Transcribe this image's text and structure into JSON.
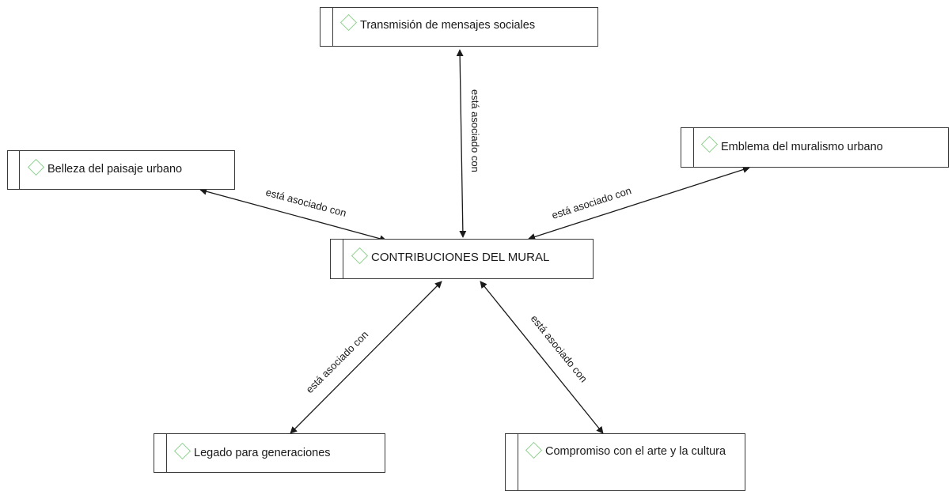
{
  "diagram": {
    "center": {
      "label": "CONTRIBUCIONES DEL MURAL",
      "icon": "diamond-icon"
    },
    "nodes": {
      "top": {
        "label": "Transmisión de mensajes sociales",
        "icon": "diamond-icon"
      },
      "left": {
        "label": "Belleza del paisaje urbano",
        "icon": "diamond-icon"
      },
      "right": {
        "label": "Emblema del muralismo urbano",
        "icon": "diamond-icon"
      },
      "bottom_left": {
        "label": "Legado para generaciones",
        "icon": "diamond-icon"
      },
      "bottom_right": {
        "label": "Compromiso con el arte y la cultura",
        "icon": "diamond-icon"
      }
    },
    "edges": {
      "top": "está asociado con",
      "left": "está asociado con",
      "right": "está asociado con",
      "bottom_left": "está asociado con",
      "bottom_right": "está asociado con"
    },
    "colors": {
      "border": "#3a3a3a",
      "diamond": "#8fd08f",
      "line": "#1a1a1a",
      "background": "#ffffff"
    }
  }
}
